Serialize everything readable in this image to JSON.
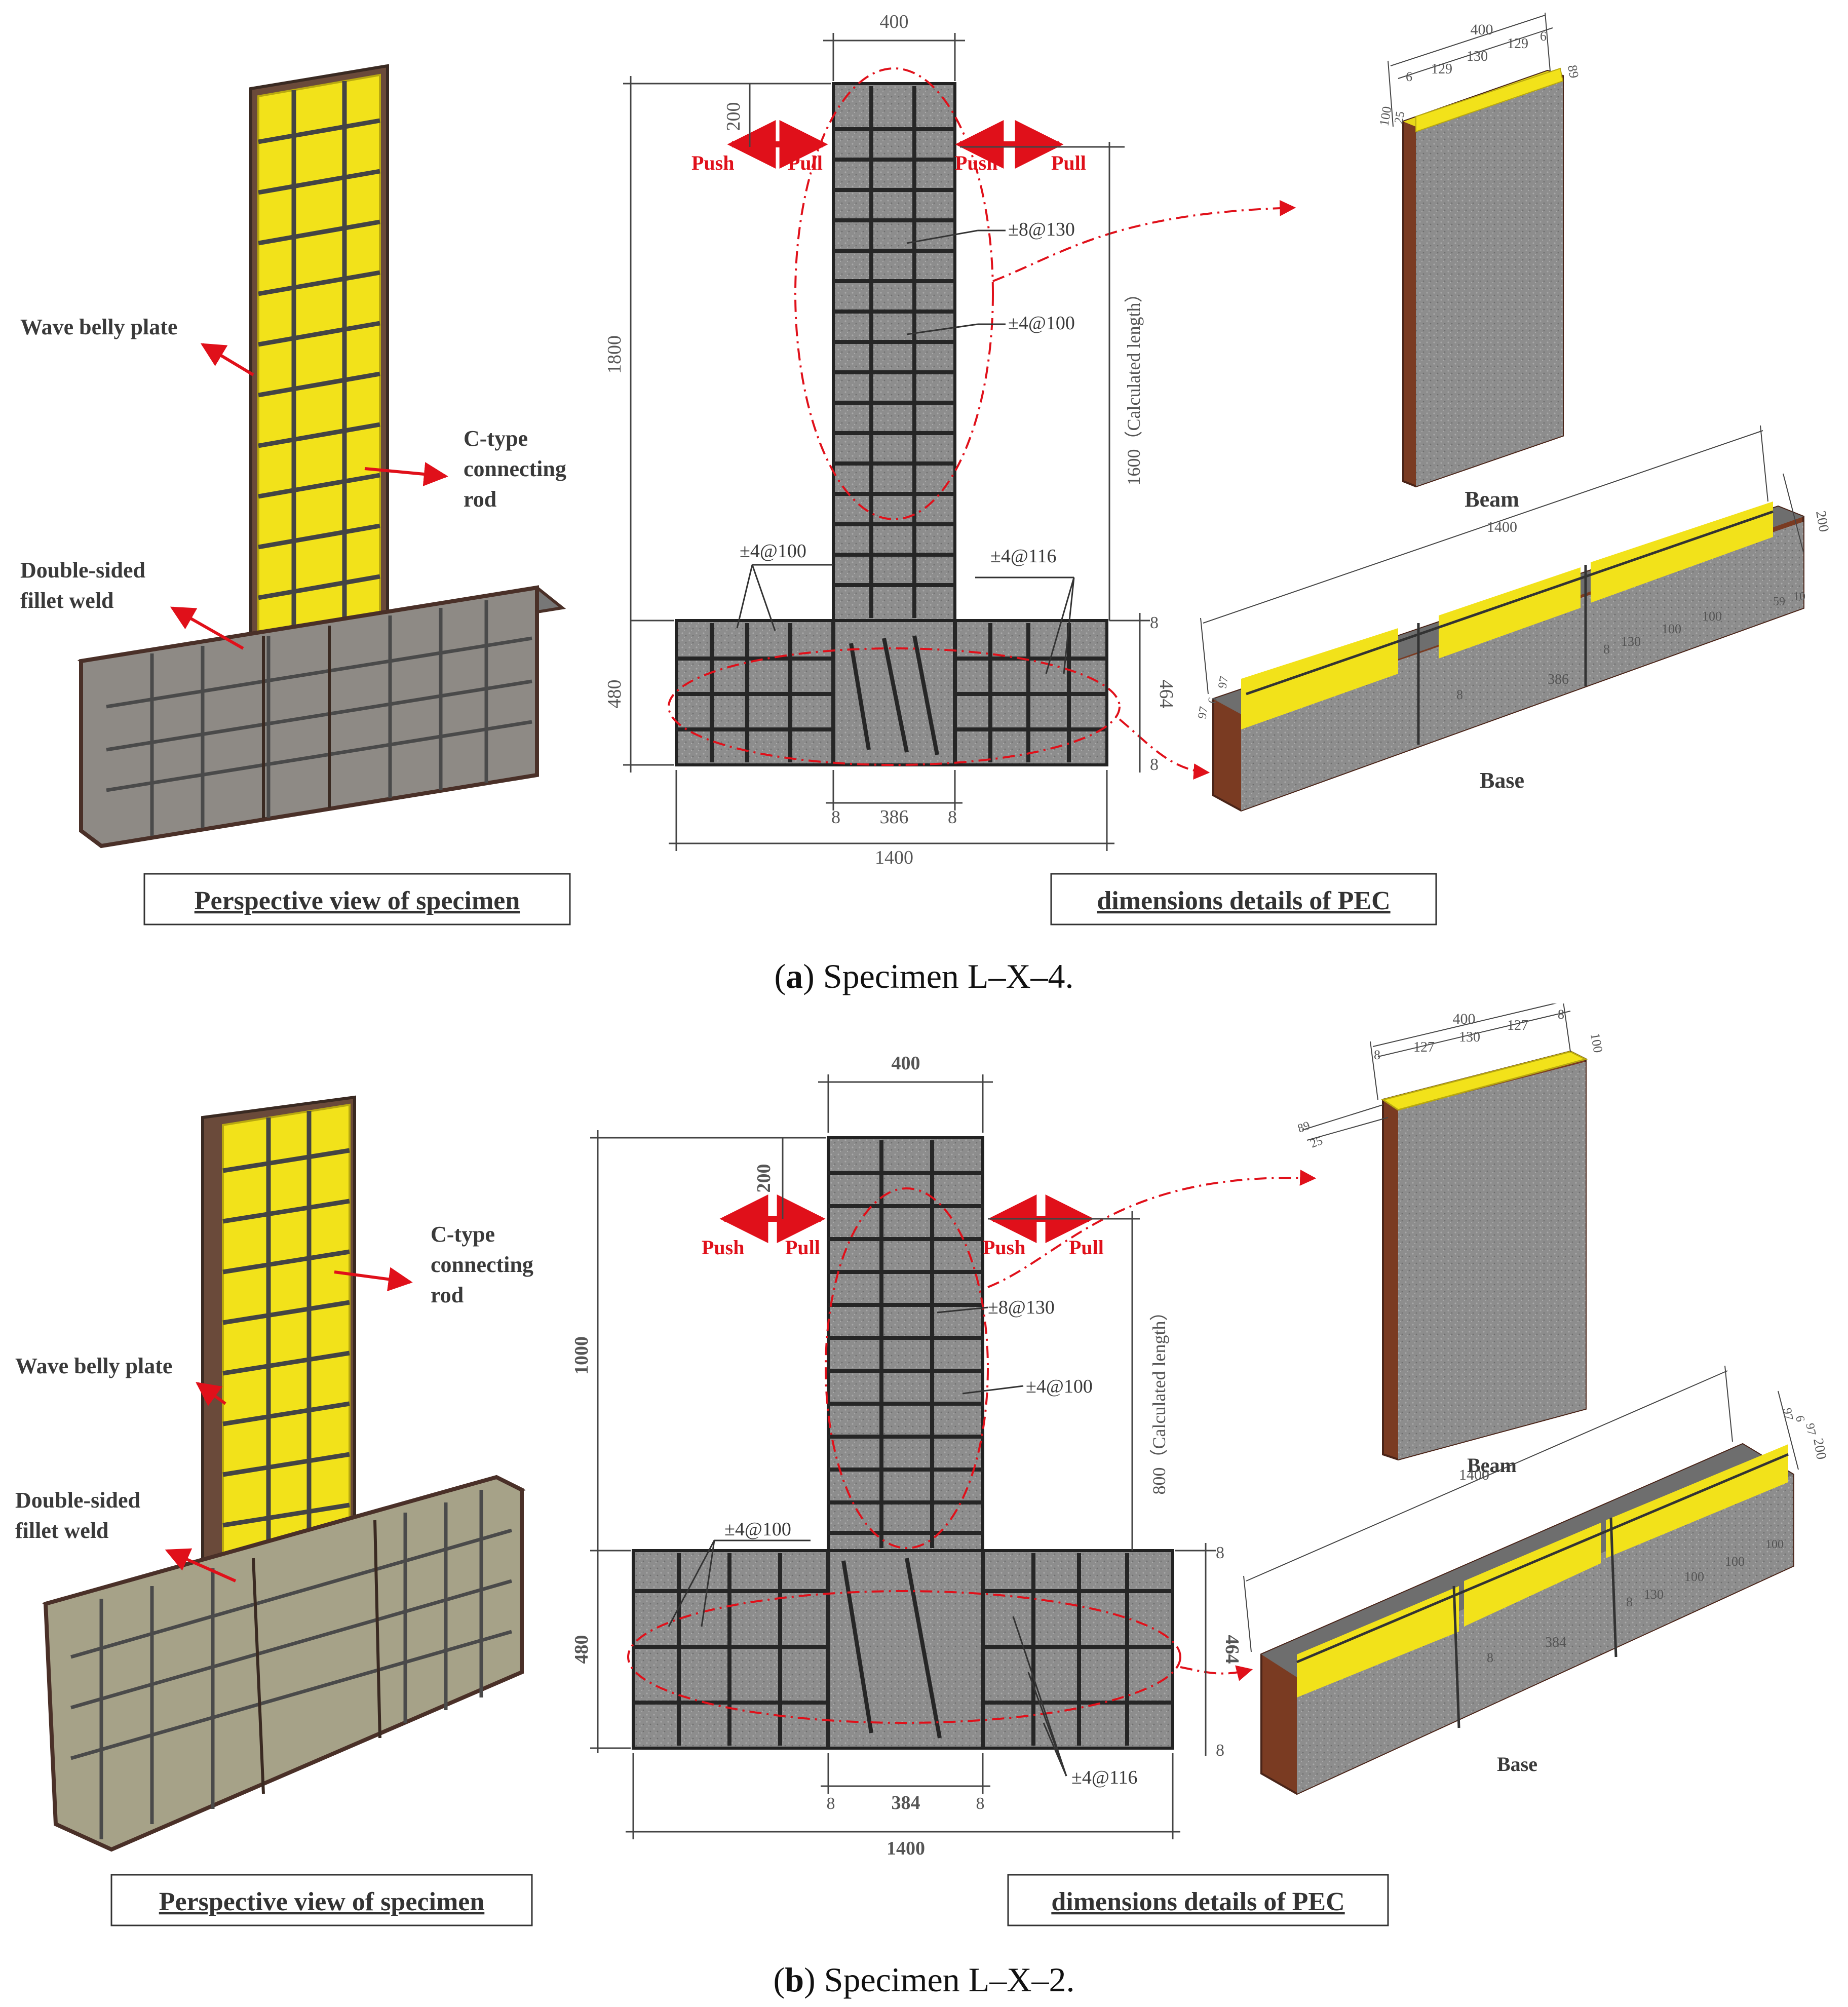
{
  "panels": [
    {
      "id": "a",
      "caption_letter": "a",
      "caption_text": ") Specimen L–X–4.",
      "persp_labels": {
        "wave_belly_plate": "Wave belly plate",
        "c_type_1": "C-type",
        "c_type_2": "connecting",
        "c_type_3": "rod",
        "weld_1": "Double-sided",
        "weld_2": "fillet weld"
      },
      "persp_box_title": "Perspective view of specimen",
      "dims_box_title": "dimensions details of PEC",
      "push": "Push",
      "pull": "Pull",
      "dims": {
        "col_width": "400",
        "top_offset": "200",
        "height_total": "1800",
        "calc_length": "1600（Calculated length）",
        "base_height": "480",
        "base_inner": "464",
        "base_side_8a": "8",
        "base_side_8b": "8",
        "web_8a": "8",
        "web_inner": "386",
        "web_8b": "8",
        "base_width": "1400"
      },
      "rebar": {
        "r1": "±8@130",
        "r2": "±4@100",
        "r3": "±4@100",
        "r4": "±4@116"
      },
      "beam": {
        "label": "Beam",
        "width": "400",
        "seg1": "129",
        "seg2": "130",
        "seg3": "129",
        "end_a": "6",
        "end_b": "6",
        "d1": "100",
        "d2": "25",
        "d3": "89"
      },
      "base": {
        "label": "Base",
        "length": "1400",
        "depth": "200",
        "inner": "386",
        "s8a": "8",
        "s8b": "8",
        "s130": "130",
        "s100a": "100",
        "s100b": "100",
        "s10": "10",
        "s59": "59",
        "d97a": "97",
        "d6": "6",
        "d97b": "97"
      }
    },
    {
      "id": "b",
      "caption_letter": "b",
      "caption_text": ") Specimen L–X–2.",
      "persp_labels": {
        "wave_belly_plate": "Wave belly plate",
        "c_type_1": "C-type",
        "c_type_2": "connecting",
        "c_type_3": "rod",
        "weld_1": "Double-sided",
        "weld_2": "fillet weld"
      },
      "persp_box_title": "Perspective view of specimen",
      "dims_box_title": "dimensions details of PEC",
      "push": "Push",
      "pull": "Pull",
      "dims": {
        "col_width": "400",
        "top_offset": "200",
        "height_total": "1000",
        "calc_length": "800（Calculated length）",
        "base_height": "480",
        "base_inner": "464",
        "base_side_8a": "8",
        "base_side_8b": "8",
        "web_8a": "8",
        "web_inner": "384",
        "web_8b": "8",
        "base_width": "1400"
      },
      "rebar": {
        "r1": "±8@130",
        "r2": "±4@100",
        "r3": "±4@100",
        "r4": "±4@116"
      },
      "beam": {
        "label": "Beam",
        "width": "400",
        "seg1": "127",
        "seg2": "130",
        "seg3": "127",
        "end_a": "8",
        "end_b": "8",
        "d1": "100",
        "d2": "25",
        "d3": "89"
      },
      "base": {
        "label": "Base",
        "length": "1400",
        "depth": "200",
        "inner": "384",
        "s8a": "8",
        "s8b": "8",
        "s130": "130",
        "s100a": "100",
        "s100b": "100",
        "s10": "100",
        "s59": "",
        "d97a": "97",
        "d6": "6",
        "d97b": "97"
      }
    }
  ],
  "colors": {
    "steel_yellow": "#f2e21a",
    "concrete": "#8a8a8a",
    "frame": "#7a3b22",
    "rebar": "#2e2e2e",
    "annotation_red": "#e0101a"
  }
}
